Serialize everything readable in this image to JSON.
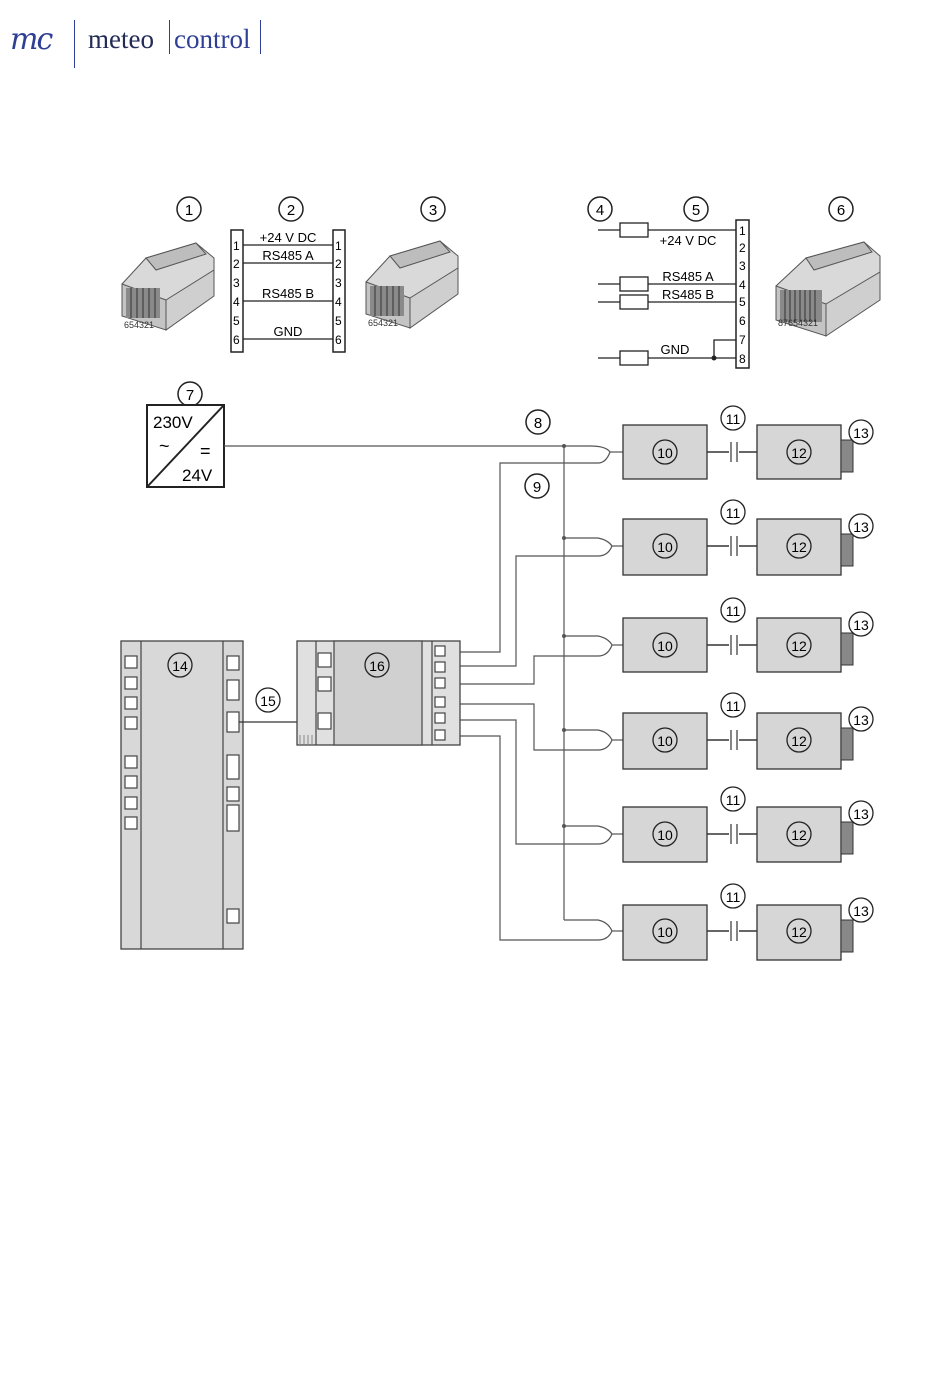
{
  "logo": {
    "mark": "mc",
    "word1": "meteo",
    "word2": "control"
  },
  "numbers": {
    "n1": "1",
    "n2": "2",
    "n3": "3",
    "n4": "4",
    "n5": "5",
    "n6": "6",
    "n7": "7",
    "n8": "8",
    "n9": "9",
    "n10": "10",
    "n11": "11",
    "n12": "12",
    "n13": "13",
    "n14": "14",
    "n15": "15",
    "n16": "16"
  },
  "cable6": {
    "left_pins": [
      "1",
      "2",
      "3",
      "4",
      "5",
      "6"
    ],
    "right_pins": [
      "1",
      "2",
      "3",
      "4",
      "5",
      "6"
    ],
    "signals": [
      "+24 V DC",
      "RS485 A",
      "RS485 B",
      "GND"
    ]
  },
  "cable8": {
    "pins": [
      "1",
      "2",
      "3",
      "4",
      "5",
      "6",
      "7",
      "8"
    ],
    "signals": [
      "+24 V DC",
      "RS485 A",
      "RS485 B",
      "GND"
    ]
  },
  "connector_pins": {
    "six": "654321",
    "eight": "87654321"
  },
  "power_supply": {
    "input": "230V",
    "ac": "~",
    "dc": "=",
    "output": "24V"
  }
}
